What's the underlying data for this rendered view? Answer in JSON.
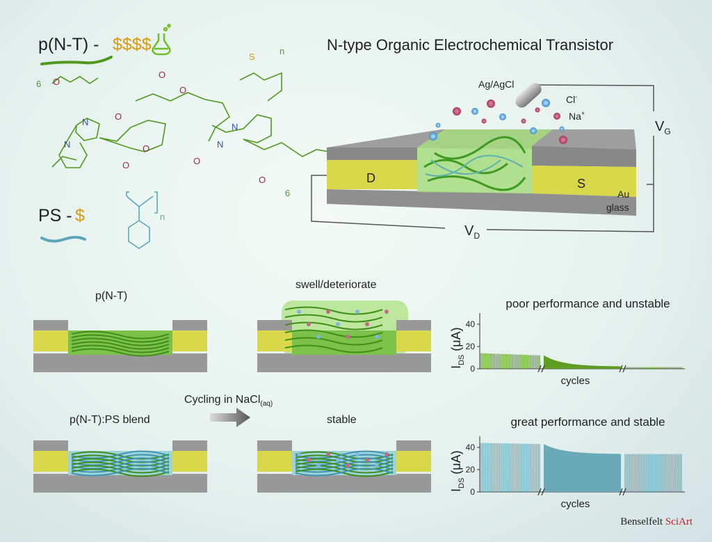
{
  "materials": {
    "pnt_label": "p(N-T) - ",
    "pnt_cost": "$$$$",
    "ps_label": "PS - ",
    "ps_cost": "$",
    "atoms": {
      "O": "O",
      "N": "N",
      "S": "S",
      "n": "n",
      "six": "6"
    }
  },
  "device": {
    "title": "N-type Organic Electrochemical Transistor",
    "gate_electrode": "Ag/AgCl",
    "anion": "Cl",
    "anion_charge": "-",
    "cation": "Na",
    "cation_charge": "+",
    "drain": "D",
    "source": "S",
    "au": "Au",
    "glass": "glass",
    "vg": "V",
    "vg_sub": "G",
    "vd": "V",
    "vd_sub": "D"
  },
  "comparison": {
    "pnt_label": "p(N-T)",
    "swell_label": "swell/deteriorate",
    "blend_label": "p(N-T):PS blend",
    "stable_label": "stable",
    "cycling_label": "Cycling in NaCl",
    "cycling_sub": "(aq)"
  },
  "colors": {
    "pnt_green": "#4f9a1e",
    "ps_blue": "#5aa7bd",
    "gold": "#d99a12",
    "au": "#d8d84a",
    "glass": "#8f8f8f"
  },
  "chart_data": [
    {
      "type": "line",
      "title": "poor performance and unstable",
      "xlabel": "cycles",
      "ylabel": "I",
      "ylabel_sub": "DS",
      "ylabel_unit": " (μA)",
      "ylim": [
        0,
        50
      ],
      "yticks": [
        "0",
        "20",
        "40"
      ],
      "color": "#5d9e22",
      "segments": [
        {
          "style": "pulses",
          "count": 40,
          "start": 14,
          "end": 12
        },
        {
          "style": "filled",
          "start": 12,
          "end": 2
        },
        {
          "style": "pulses",
          "count": 40,
          "start": 1.5,
          "end": 1.5
        }
      ]
    },
    {
      "type": "line",
      "title": "great performance and stable",
      "xlabel": "cycles",
      "ylabel": "I",
      "ylabel_sub": "DS",
      "ylabel_unit": " (μA)",
      "ylim": [
        0,
        50
      ],
      "yticks": [
        "0",
        "20",
        "40"
      ],
      "color": "#6aaab8",
      "segments": [
        {
          "style": "pulses",
          "count": 40,
          "start": 44,
          "end": 43
        },
        {
          "style": "filled",
          "start": 43,
          "end": 34
        },
        {
          "style": "pulses",
          "count": 40,
          "start": 34,
          "end": 34
        }
      ]
    }
  ],
  "credit": {
    "name": "Benselfelt ",
    "brand": "SciArt"
  }
}
